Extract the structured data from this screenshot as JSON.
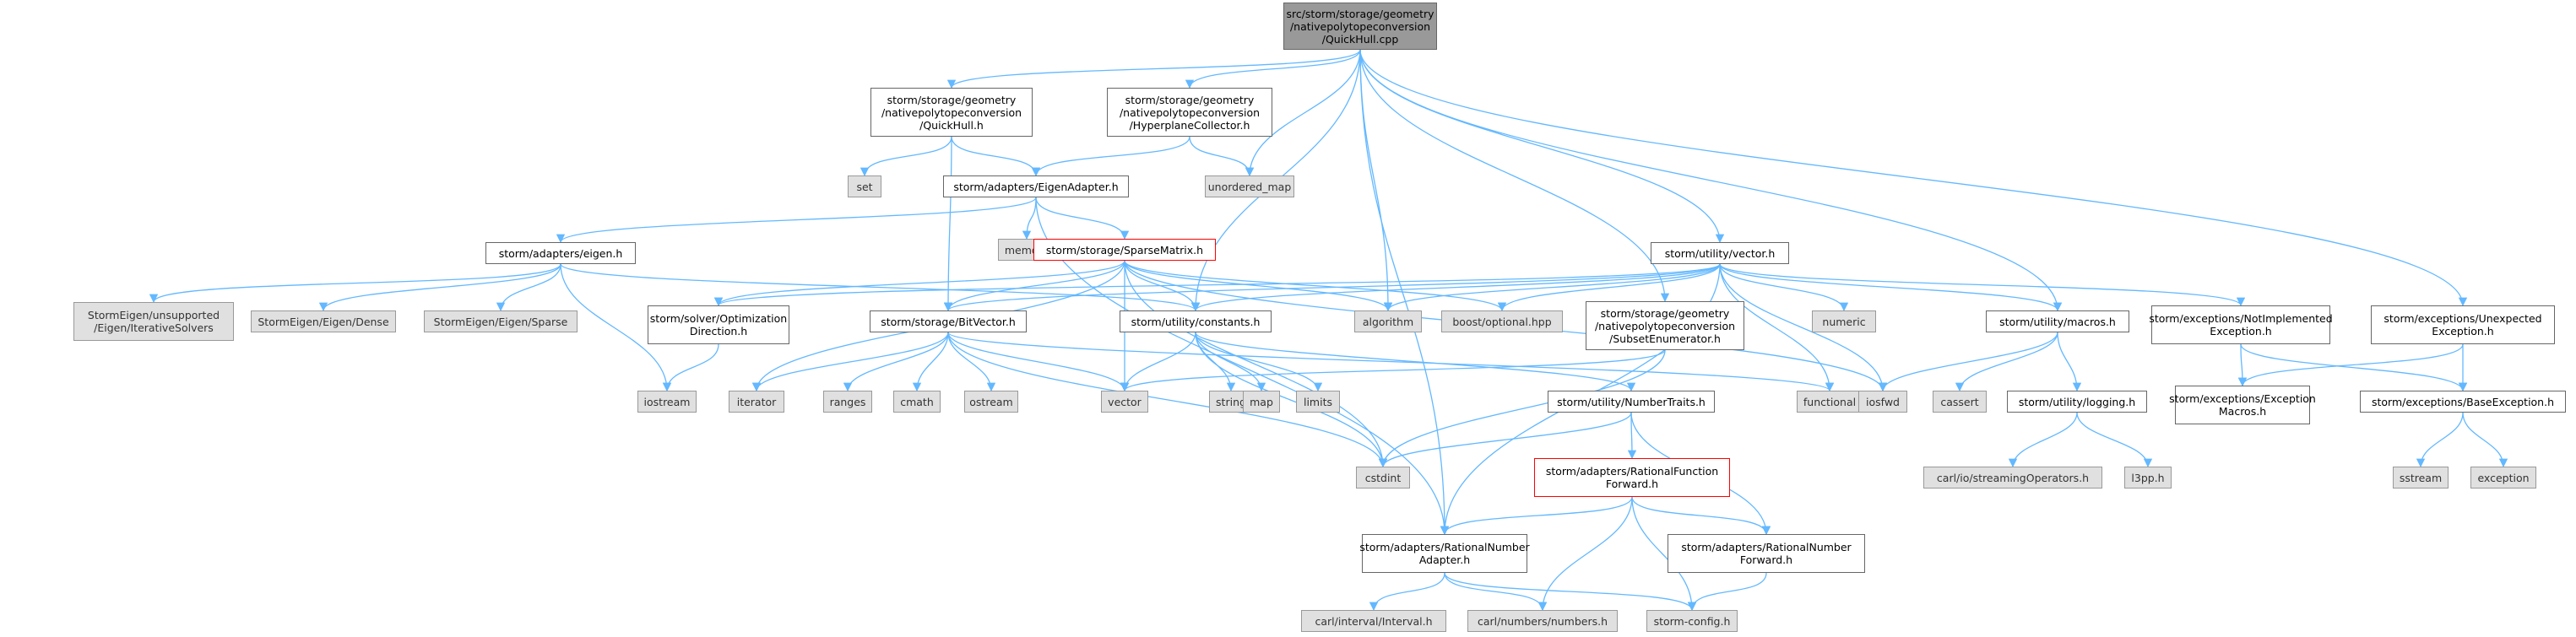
{
  "colors": {
    "edge": "#63b8ff",
    "root_fill": "#999999",
    "system_fill": "#e0e0e0",
    "node_border": "#666666",
    "highlight_border": "#ff0000"
  },
  "nodes": {
    "root": "src/storm/storage/geometry\n/nativepolytopeconversion\n/QuickHull.cpp",
    "quickhull_h": "storm/storage/geometry\n/nativepolytopeconversion\n/QuickHull.h",
    "hyperplanecollector_h": "storm/storage/geometry\n/nativepolytopeconversion\n/HyperplaneCollector.h",
    "set": "set",
    "unordered_map": "unordered_map",
    "eigenadapter_h": "storm/adapters/EigenAdapter.h",
    "memory": "memory",
    "eigen_h": "storm/adapters/eigen.h",
    "sparsematrix_h": "storm/storage/SparseMatrix.h",
    "eigen_iterative": "StormEigen/unsupported\n/Eigen/IterativeSolvers",
    "eigen_dense": "StormEigen/Eigen/Dense",
    "eigen_sparse": "StormEigen/Eigen/Sparse",
    "optimization_direction_h": "storm/solver/Optimization\nDirection.h",
    "bitvector_h": "storm/storage/BitVector.h",
    "constants_h": "storm/utility/constants.h",
    "algorithm": "algorithm",
    "boost_optional": "boost/optional.hpp",
    "subsetenumerator_h": "storm/storage/geometry\n/nativepolytopeconversion\n/SubsetEnumerator.h",
    "vector_h": "storm/utility/vector.h",
    "numeric": "numeric",
    "macros_h": "storm/utility/macros.h",
    "notimplemented_h": "storm/exceptions/NotImplemented\nException.h",
    "unexpected_h": "storm/exceptions/Unexpected\nException.h",
    "iostream": "iostream",
    "iterator": "iterator",
    "ranges": "ranges",
    "cmath": "cmath",
    "ostream": "ostream",
    "vector": "vector",
    "string": "string",
    "map": "map",
    "limits": "limits",
    "numbertraits_h": "storm/utility/NumberTraits.h",
    "functional": "functional",
    "iosfwd": "iosfwd",
    "cassert": "cassert",
    "logging_h": "storm/utility/logging.h",
    "exceptionmacros_h": "storm/exceptions/Exception\nMacros.h",
    "baseexception_h": "storm/exceptions/BaseException.h",
    "cstdint": "cstdint",
    "rationalfunctionforward_h": "storm/adapters/RationalFunction\nForward.h",
    "streamingoperators_h": "carl/io/streamingOperators.h",
    "l3pp_h": "l3pp.h",
    "sstream": "sstream",
    "exception": "exception",
    "rationalnumberadapter_h": "storm/adapters/RationalNumber\nAdapter.h",
    "rationalnumberforward_h": "storm/adapters/RationalNumber\nForward.h",
    "interval_h": "carl/interval/Interval.h",
    "numbers_h": "carl/numbers/numbers.h",
    "storm_config_h": "storm-config.h"
  },
  "edges": [
    [
      "root",
      "quickhull_h"
    ],
    [
      "root",
      "hyperplanecollector_h"
    ],
    [
      "root",
      "unordered_map"
    ],
    [
      "root",
      "constants_h"
    ],
    [
      "root",
      "algorithm"
    ],
    [
      "root",
      "subsetenumerator_h"
    ],
    [
      "root",
      "vector_h"
    ],
    [
      "root",
      "macros_h"
    ],
    [
      "root",
      "unexpected_h"
    ],
    [
      "root",
      "rationalnumberadapter_h"
    ],
    [
      "quickhull_h",
      "set"
    ],
    [
      "quickhull_h",
      "eigenadapter_h"
    ],
    [
      "quickhull_h",
      "bitvector_h"
    ],
    [
      "hyperplanecollector_h",
      "unordered_map"
    ],
    [
      "hyperplanecollector_h",
      "eigenadapter_h"
    ],
    [
      "eigenadapter_h",
      "memory"
    ],
    [
      "eigenadapter_h",
      "eigen_h"
    ],
    [
      "eigenadapter_h",
      "sparsematrix_h"
    ],
    [
      "eigenadapter_h",
      "rationalnumberadapter_h"
    ],
    [
      "eigen_h",
      "eigen_iterative"
    ],
    [
      "eigen_h",
      "eigen_dense"
    ],
    [
      "eigen_h",
      "eigen_sparse"
    ],
    [
      "eigen_h",
      "iostream"
    ],
    [
      "eigen_h",
      "constants_h"
    ],
    [
      "sparsematrix_h",
      "optimization_direction_h"
    ],
    [
      "sparsematrix_h",
      "bitvector_h"
    ],
    [
      "sparsematrix_h",
      "constants_h"
    ],
    [
      "sparsematrix_h",
      "algorithm"
    ],
    [
      "sparsematrix_h",
      "boost_optional"
    ],
    [
      "sparsematrix_h",
      "iterator"
    ],
    [
      "sparsematrix_h",
      "vector"
    ],
    [
      "sparsematrix_h",
      "cstdint"
    ],
    [
      "sparsematrix_h",
      "iosfwd"
    ],
    [
      "optimization_direction_h",
      "iostream"
    ],
    [
      "bitvector_h",
      "iterator"
    ],
    [
      "bitvector_h",
      "ranges"
    ],
    [
      "bitvector_h",
      "cmath"
    ],
    [
      "bitvector_h",
      "ostream"
    ],
    [
      "bitvector_h",
      "vector"
    ],
    [
      "bitvector_h",
      "cstdint"
    ],
    [
      "bitvector_h",
      "functional"
    ],
    [
      "constants_h",
      "vector"
    ],
    [
      "constants_h",
      "string"
    ],
    [
      "constants_h",
      "map"
    ],
    [
      "constants_h",
      "limits"
    ],
    [
      "constants_h",
      "cstdint"
    ],
    [
      "constants_h",
      "numbertraits_h"
    ],
    [
      "subsetenumerator_h",
      "vector"
    ],
    [
      "subsetenumerator_h",
      "cstdint"
    ],
    [
      "vector_h",
      "optimization_direction_h"
    ],
    [
      "vector_h",
      "bitvector_h"
    ],
    [
      "vector_h",
      "constants_h"
    ],
    [
      "vector_h",
      "algorithm"
    ],
    [
      "vector_h",
      "boost_optional"
    ],
    [
      "vector_h",
      "numeric"
    ],
    [
      "vector_h",
      "macros_h"
    ],
    [
      "vector_h",
      "notimplemented_h"
    ],
    [
      "vector_h",
      "iosfwd"
    ],
    [
      "vector_h",
      "functional"
    ],
    [
      "vector_h",
      "rationalnumberadapter_h"
    ],
    [
      "macros_h",
      "iosfwd"
    ],
    [
      "macros_h",
      "cassert"
    ],
    [
      "macros_h",
      "logging_h"
    ],
    [
      "logging_h",
      "streamingoperators_h"
    ],
    [
      "logging_h",
      "l3pp_h"
    ],
    [
      "notimplemented_h",
      "exceptionmacros_h"
    ],
    [
      "notimplemented_h",
      "baseexception_h"
    ],
    [
      "unexpected_h",
      "exceptionmacros_h"
    ],
    [
      "unexpected_h",
      "baseexception_h"
    ],
    [
      "baseexception_h",
      "sstream"
    ],
    [
      "baseexception_h",
      "exception"
    ],
    [
      "numbertraits_h",
      "cstdint"
    ],
    [
      "numbertraits_h",
      "rationalfunctionforward_h"
    ],
    [
      "numbertraits_h",
      "rationalnumberforward_h"
    ],
    [
      "rationalfunctionforward_h",
      "rationalnumberadapter_h"
    ],
    [
      "rationalfunctionforward_h",
      "rationalnumberforward_h"
    ],
    [
      "rationalfunctionforward_h",
      "numbers_h"
    ],
    [
      "rationalfunctionforward_h",
      "storm_config_h"
    ],
    [
      "rationalnumberadapter_h",
      "interval_h"
    ],
    [
      "rationalnumberadapter_h",
      "numbers_h"
    ],
    [
      "rationalnumberadapter_h",
      "storm_config_h"
    ],
    [
      "rationalnumberforward_h",
      "storm_config_h"
    ]
  ]
}
